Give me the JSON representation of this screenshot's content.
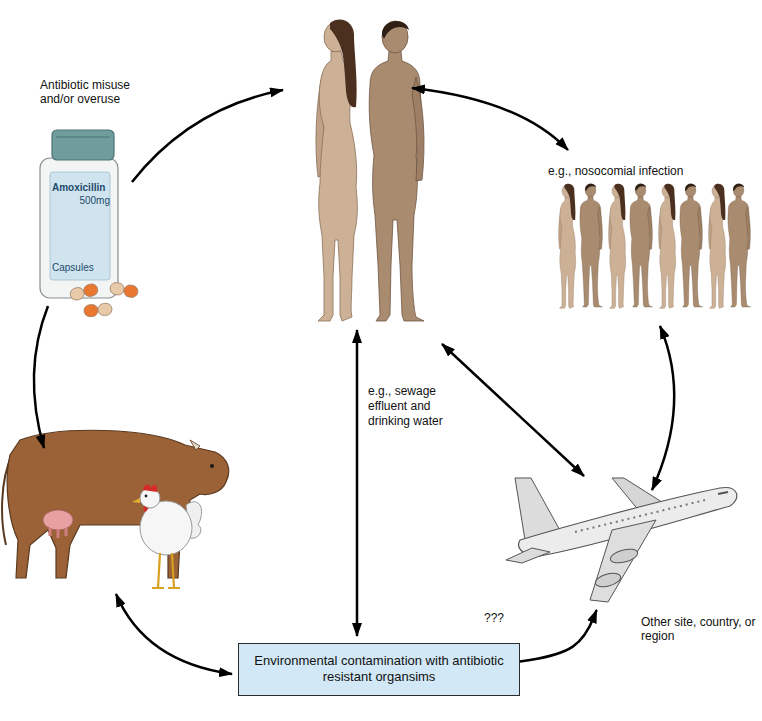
{
  "diagram": {
    "nodes": [
      {
        "text": [
          "Antibiotic misuse and/or overuse",
          "Amoxicillin",
          "500mg",
          "Capsules"
        ]
      },
      {
        "text": [
          "Environmental contamination with antibiotic resistant organsims"
        ]
      },
      {
        "text": [
          "Other site, country, or region"
        ]
      }
    ],
    "edges": [
      {
        "from": 1,
        "to": 2,
        "arrow": "to",
        "label": "???"
      }
    ],
    "labels": [
      "e.g., nosocomial infection",
      "e.g., sewage effluent and drinking water"
    ]
  }
}
